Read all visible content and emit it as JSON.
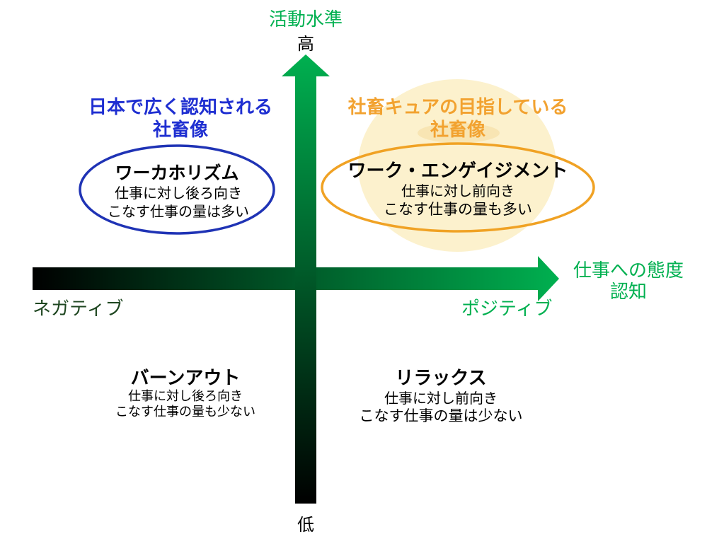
{
  "colors": {
    "axis_green": "#00b050",
    "axis_dark": "#000000",
    "negative_label": "#1e4620",
    "caption_blue": "#1f2fd1",
    "caption_orange": "#f2a230",
    "ellipse_blue": "#1f33b5",
    "ellipse_orange": "#f0a224",
    "highlight_fill": "#fcefc8"
  },
  "vertical_axis": {
    "title": "活動水準",
    "high": "高",
    "low": "低"
  },
  "horizontal_axis": {
    "negative": "ネガティブ",
    "positive": "ポジティブ",
    "title_line1": "仕事への態度",
    "title_line2": "認知"
  },
  "quadrants": {
    "top_left": {
      "caption_line1": "日本で広く認知される",
      "caption_line2": "社畜像",
      "name": "ワーカホリズム",
      "line1": "仕事に対し後ろ向き",
      "line2": "こなす仕事の量は多い"
    },
    "top_right": {
      "caption_line1": "社畜キュアの目指している",
      "caption_line2": "社畜像",
      "name": "ワーク・エンゲイジメント",
      "line1": "仕事に対し前向き",
      "line2": "こなす仕事の量も多い"
    },
    "bottom_left": {
      "name": "バーンアウト",
      "line1": "仕事に対し後ろ向き",
      "line2": "こなす仕事の量も少ない"
    },
    "bottom_right": {
      "name": "リラックス",
      "line1": "仕事に対し前向き",
      "line2": "こなす仕事の量は少ない"
    }
  }
}
